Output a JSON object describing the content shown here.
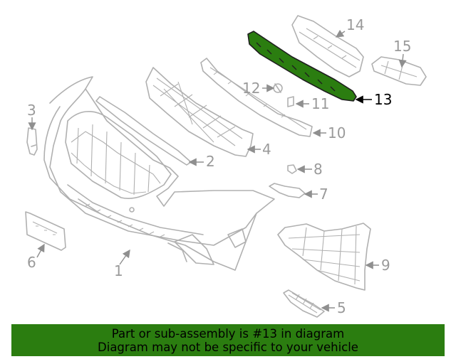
{
  "highlight_color": "#2b7d10",
  "callouts": {
    "c1": "1",
    "c2": "2",
    "c3": "3",
    "c4": "4",
    "c5": "5",
    "c6": "6",
    "c7": "7",
    "c8": "8",
    "c9": "9",
    "c10": "10",
    "c11": "11",
    "c12": "12",
    "c13": "13",
    "c14": "14",
    "c15": "15"
  },
  "banner": {
    "line1": "Part or sub-assembly is #13 in diagram",
    "line2": "Diagram may not be specific to your vehicle"
  }
}
